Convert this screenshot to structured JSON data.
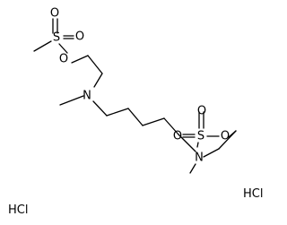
{
  "molecule": {
    "atoms": {
      "sulfur": "S",
      "oxygen": "O",
      "nitrogen": "N"
    },
    "counterions": [
      "HCl",
      "HCl"
    ]
  }
}
